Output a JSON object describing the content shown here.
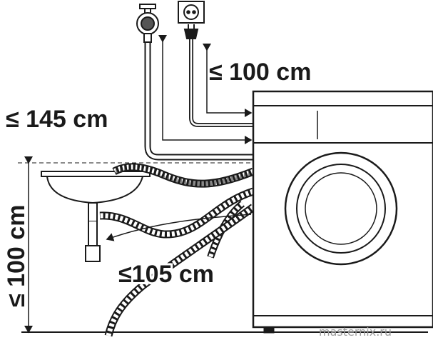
{
  "labels": {
    "hose_supply_max": "≤ 145 cm",
    "cable_max": "≤ 100 cm",
    "drain_height_max": "≤ 100 cm",
    "drain_hose_max": "≤105 cm"
  },
  "watermark": "masternix.ru",
  "icons": [
    "water-tap-icon",
    "power-socket-icon",
    "power-plug-icon",
    "sink-icon",
    "washing-machine-icon"
  ],
  "colors": {
    "line": "#1a1a1a",
    "background": "#ffffff",
    "watermark": "#9a9a9a"
  }
}
